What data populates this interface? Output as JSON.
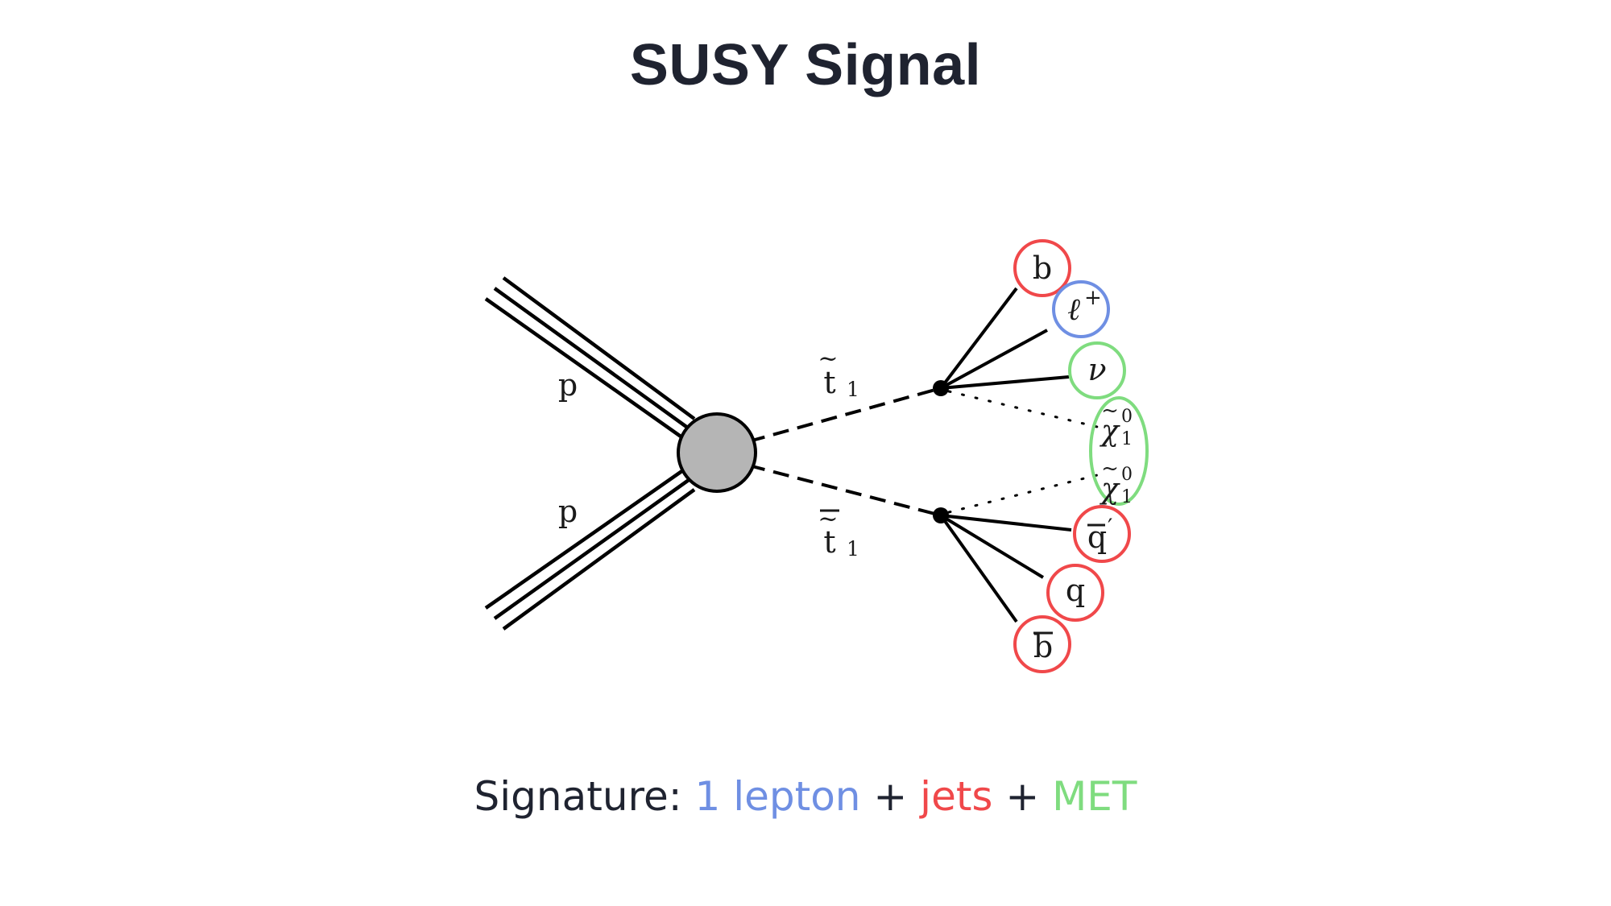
{
  "title": "SUSY Signal",
  "colors": {
    "lepton": "#6f8fe3",
    "jets": "#f0484a",
    "met": "#7fdc7f",
    "text": "#1f2330",
    "blob": "#b5b5b5"
  },
  "diagram": {
    "incoming": [
      "p",
      "p"
    ],
    "stop": {
      "base": "t",
      "sub": "1"
    },
    "antistop": {
      "base": "t",
      "sub": "1"
    },
    "top_decay": [
      {
        "base": "b",
        "sup": "",
        "group": "jets"
      },
      {
        "base": "ℓ",
        "sup": "+",
        "group": "lepton"
      },
      {
        "base": "ν",
        "sup": "",
        "group": "met"
      }
    ],
    "neutralino": {
      "base": "χ",
      "sub": "1",
      "sup": "0"
    },
    "bottom_decay": [
      {
        "base": "q",
        "sup": "′",
        "group": "jets"
      },
      {
        "base": "q",
        "sup": "",
        "group": "jets"
      },
      {
        "base": "b",
        "sup": "",
        "group": "jets"
      }
    ]
  },
  "signature": {
    "prefix": "Signature: ",
    "lepton": "1 lepton",
    "plus1": " + ",
    "jets": "jets",
    "plus2": " + ",
    "met": "MET"
  }
}
